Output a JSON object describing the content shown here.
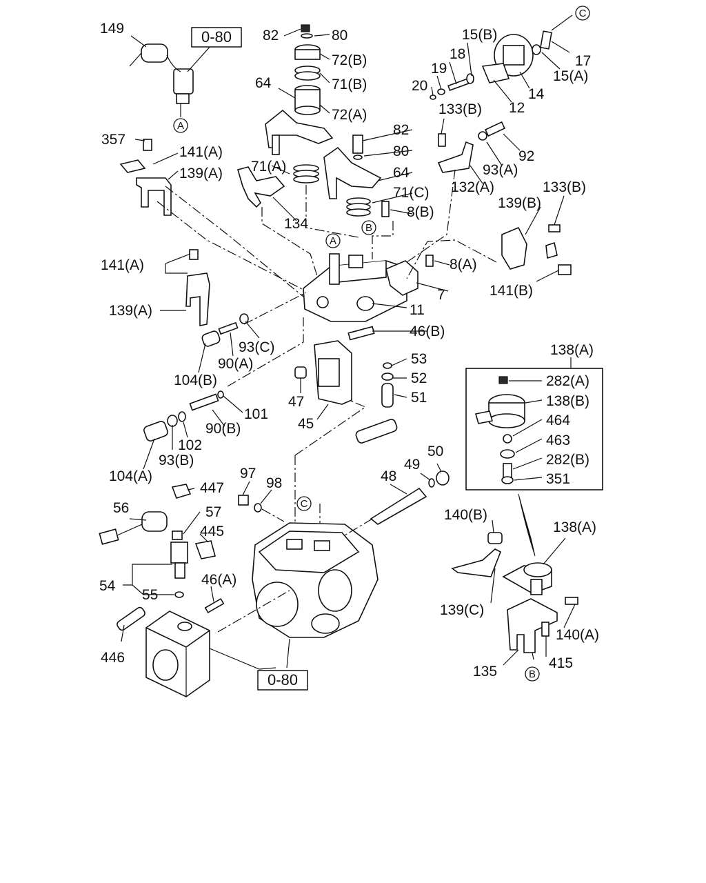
{
  "diagram": {
    "ref_box_label": "0-80",
    "labels": {
      "l149": "149",
      "l82a": "82",
      "l80a": "80",
      "l72b": "72(B)",
      "l71b": "71(B)",
      "l72a": "72(A)",
      "l64a": "64",
      "l15b": "15(B)",
      "l18": "18",
      "l19": "19",
      "l20": "20",
      "l17": "17",
      "l15a": "15(A)",
      "l14": "14",
      "l12": "12",
      "l133b1": "133(B)",
      "l92": "92",
      "l93a": "93(A)",
      "l132a": "132(A)",
      "l357": "357",
      "l141a1": "141(A)",
      "l139a1": "139(A)",
      "l82b": "82",
      "l80b": "80",
      "l64b": "64",
      "l71a": "71(A)",
      "l71c": "71(C)",
      "l8b": "8(B)",
      "l134": "134",
      "l133b2": "133(B)",
      "l139b": "139(B)",
      "l141b": "141(B)",
      "l8a": "8(A)",
      "l7": "7",
      "l11": "11",
      "l141a2": "141(A)",
      "l139a2": "139(A)",
      "l93c": "93(C)",
      "l90a": "90(A)",
      "l104b": "104(B)",
      "l46b": "46(B)",
      "l53": "53",
      "l52": "52",
      "l51": "51",
      "l47": "47",
      "l45": "45",
      "l101": "101",
      "l90b": "90(B)",
      "l102": "102",
      "l93b": "93(B)",
      "l104a": "104(A)",
      "l138a1": "138(A)",
      "l282a": "282(A)",
      "l138b": "138(B)",
      "l464": "464",
      "l463": "463",
      "l282b": "282(B)",
      "l351": "351",
      "l48": "48",
      "l49": "49",
      "l50": "50",
      "l447": "447",
      "l97": "97",
      "l98": "98",
      "l56": "56",
      "l57": "57",
      "l445": "445",
      "l54": "54",
      "l55": "55",
      "l46a": "46(A)",
      "l446": "446",
      "l140b": "140(B)",
      "l138a2": "138(A)",
      "l139c": "139(C)",
      "l140a": "140(A)",
      "l415": "415",
      "l135": "135"
    },
    "markers": {
      "a_top": "A",
      "a_mid": "A",
      "b_mid": "B",
      "b_bottom": "B",
      "c_top": "C",
      "c_mid": "C"
    }
  }
}
